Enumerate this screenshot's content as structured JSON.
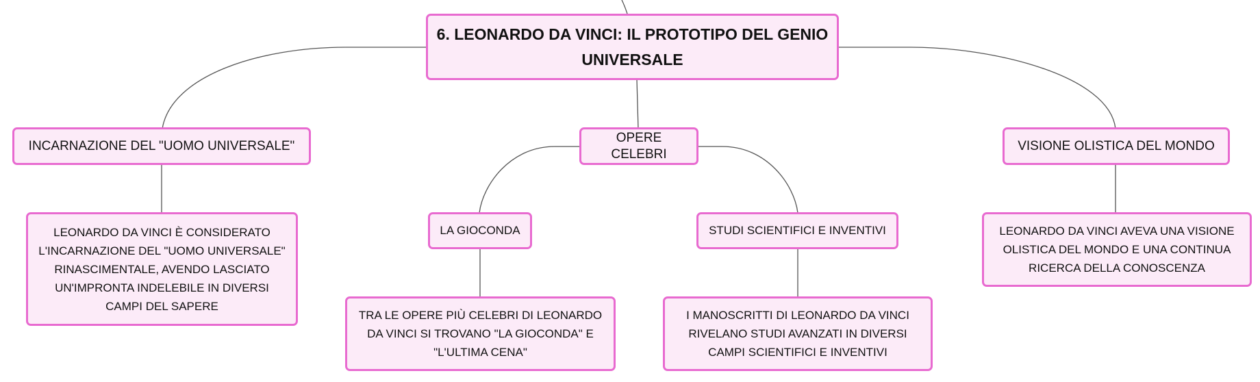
{
  "root": {
    "label": "6. LEONARDO DA VINCI: IL PROTOTIPO DEL GENIO UNIVERSALE"
  },
  "topics": {
    "uomo_universale": {
      "label": "INCARNAZIONE DEL \"UOMO UNIVERSALE\"",
      "detail": "LEONARDO DA VINCI È CONSIDERATO L'INCARNAZIONE DEL \"UOMO UNIVERSALE\" RINASCIMENTALE, AVENDO LASCIATO UN'IMPRONTA INDELEBILE IN DIVERSI CAMPI DEL SAPERE"
    },
    "opere_celebri": {
      "label": "OPERE CELEBRI",
      "children": {
        "gioconda": {
          "label": "LA GIOCONDA",
          "detail": "TRA LE OPERE PIÙ CELEBRI DI LEONARDO DA VINCI SI TROVANO \"LA GIOCONDA\" E \"L'ULTIMA CENA\""
        },
        "studi": {
          "label": "STUDI SCIENTIFICI E INVENTIVI",
          "detail": "I MANOSCRITTI DI LEONARDO DA VINCI RIVELANO STUDI AVANZATI IN DIVERSI CAMPI SCIENTIFICI E INVENTIVI"
        }
      }
    },
    "visione_olistica": {
      "label": "VISIONE OLISTICA DEL MONDO",
      "detail": "LEONARDO DA VINCI AVEVA UNA VISIONE OLISTICA DEL MONDO E UNA CONTINUA RICERCA DELLA CONOSCENZA"
    }
  },
  "colors": {
    "node_fill": "#fcebf8",
    "node_border": "#e86ad0",
    "connector": "#555555"
  }
}
